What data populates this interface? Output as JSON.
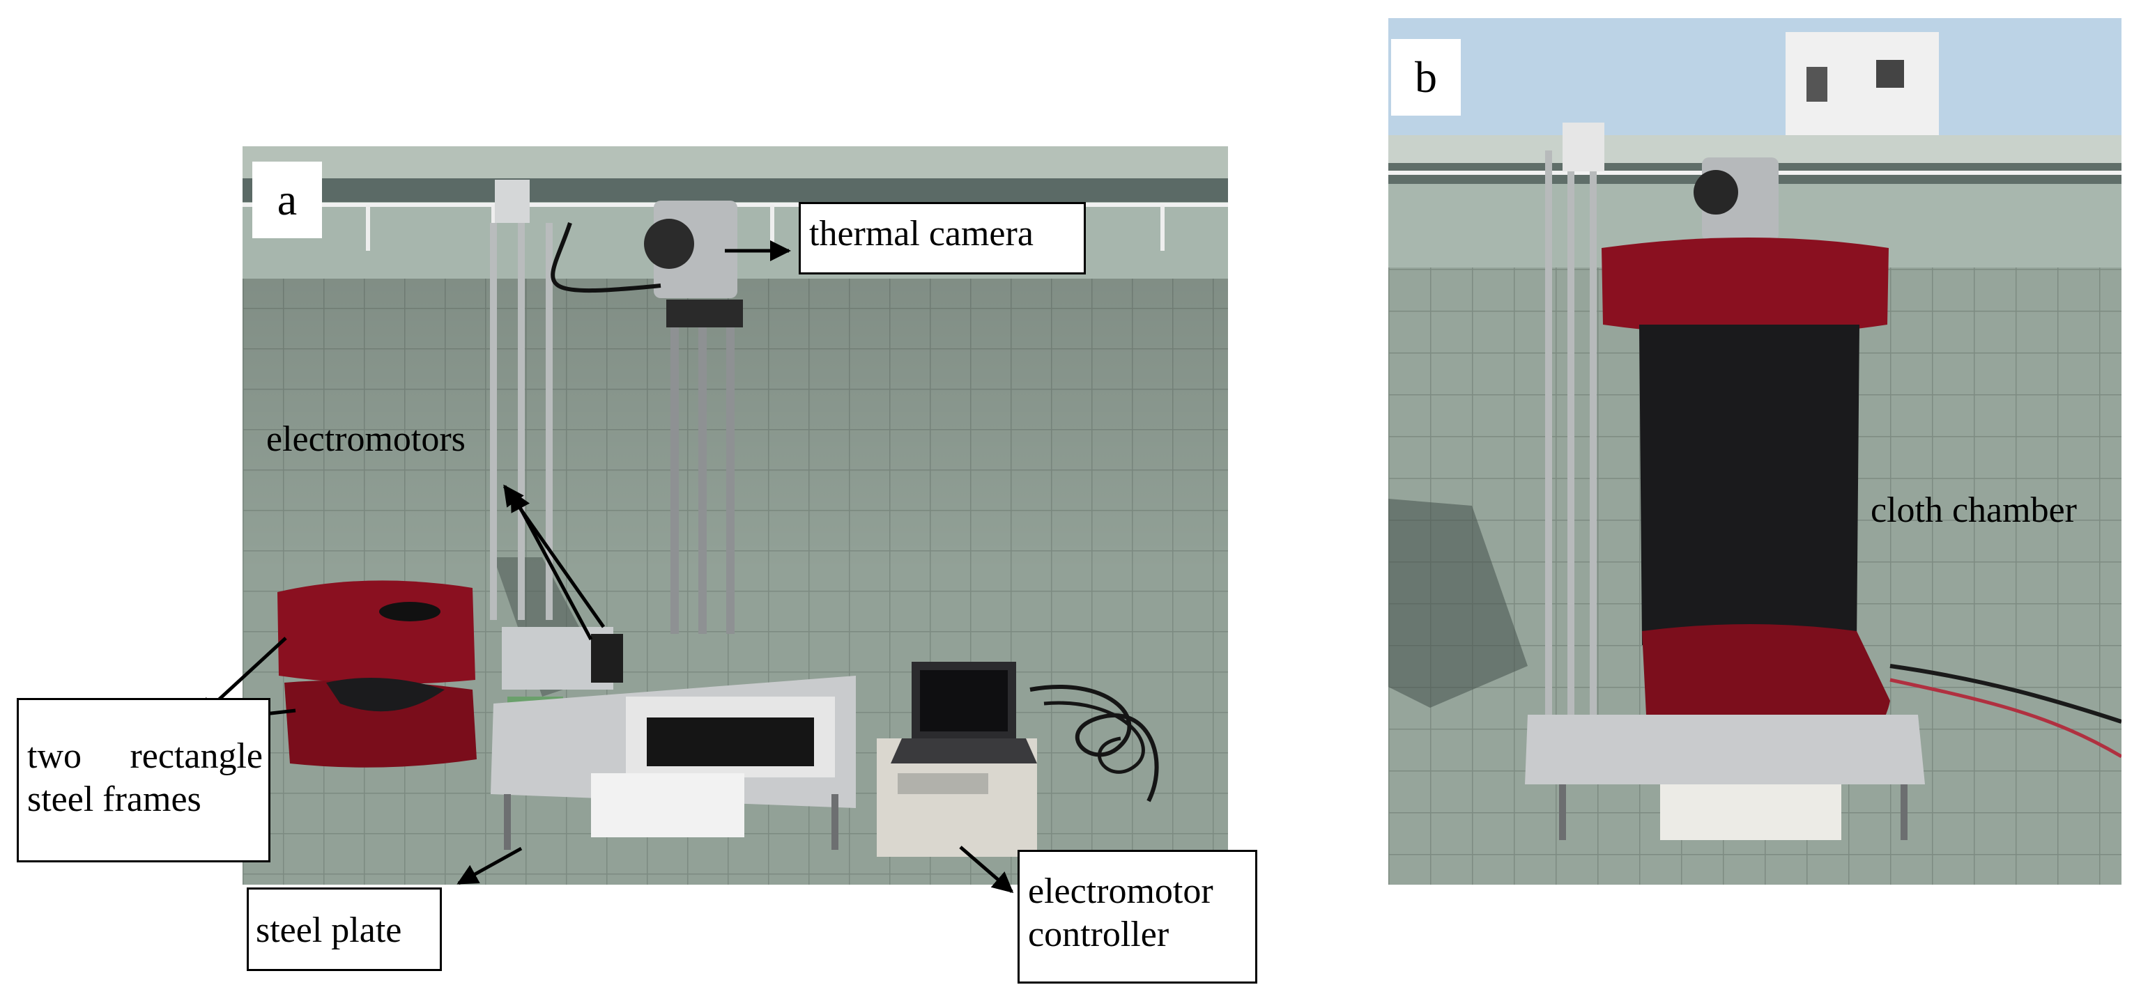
{
  "panels": [
    {
      "letter": "a"
    },
    {
      "letter": "b"
    }
  ],
  "labels": {
    "thermal_camera": "thermal camera",
    "electromotors": "electromotors",
    "frames_line1_word1": "two",
    "frames_line1_word2": "rectangle",
    "frames_line2": "steel frames",
    "steel_plate": "steel plate",
    "controller_line1": "electromotor",
    "controller_line2": "controller",
    "cloth_chamber": "cloth chamber"
  },
  "colors": {
    "tile_floor": "#8f9f94",
    "parapet": "#a9b7ae",
    "sky": "#bcd3e6",
    "velvet": "#8a1020",
    "black_cloth": "#1a1a1c",
    "aluminum": "#c7c9cb",
    "laptop": "#2b2b2e"
  }
}
